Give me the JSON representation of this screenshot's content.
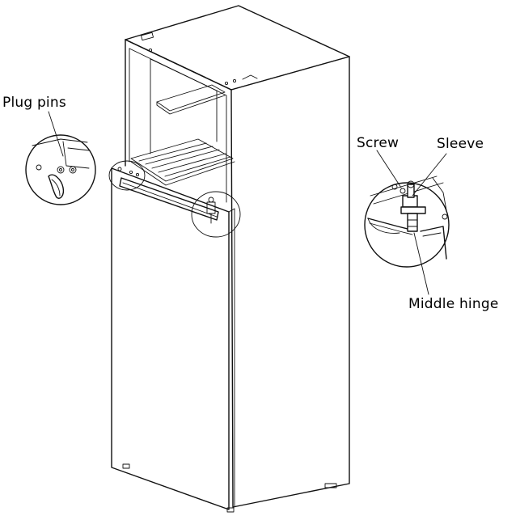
{
  "labels": {
    "plug_pins": "Plug pins",
    "screw": "Screw",
    "sleeve": "Sleeve",
    "middle_hinge": "Middle hinge"
  },
  "colors": {
    "line": "#111111",
    "background": "#ffffff"
  }
}
